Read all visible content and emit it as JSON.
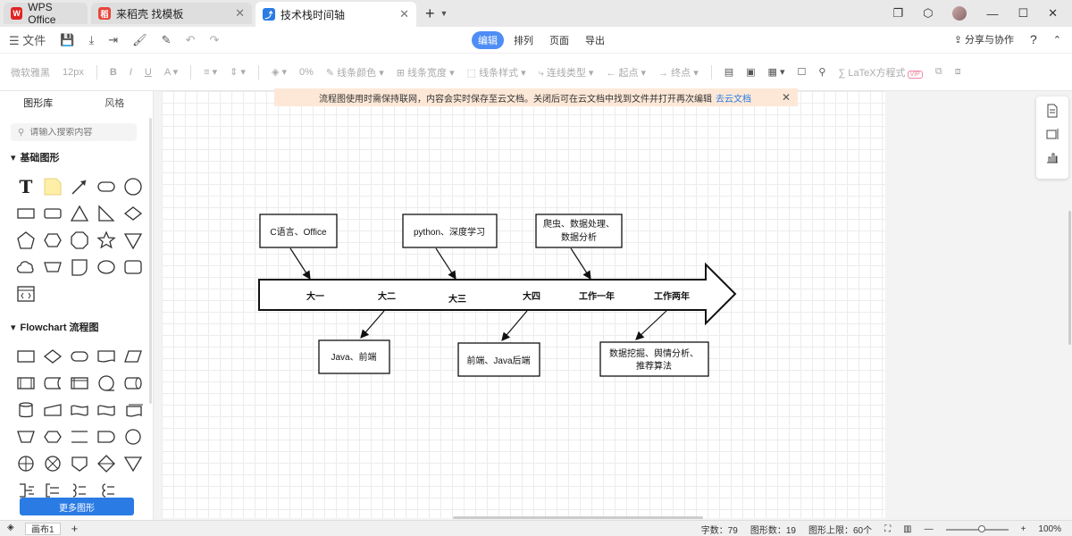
{
  "tabs": [
    {
      "label": "WPS Office",
      "icon": "wps-logo-icon"
    },
    {
      "label": "来稻壳 找模板",
      "icon": "docer-icon"
    },
    {
      "label": "技术栈时间轴",
      "icon": "flowchart-icon",
      "active": true
    }
  ],
  "menu": {
    "file": "文件",
    "center": [
      "编辑",
      "排列",
      "页面",
      "导出"
    ],
    "active": "编辑",
    "share": "分享与协作",
    "help": "?"
  },
  "toolbar": {
    "font": "微软雅黑",
    "size": "12px",
    "opacity": "0%",
    "line_color": "线条颜色",
    "line_width": "线条宽度",
    "line_style": "线条样式",
    "conn_type": "连线类型",
    "start": "起点",
    "end": "终点",
    "latex": "LaTeX方程式",
    "vip": "VIP"
  },
  "sidebar": {
    "tab_library": "图形库",
    "tab_style": "风格",
    "search_placeholder": "请输入搜索内容",
    "basic_section": "基础图形",
    "flowchart_section": "Flowchart 流程图",
    "more_button": "更多图形"
  },
  "notice": {
    "text": "流程图使用时需保持联网，内容会实时保存至云文档。关闭后可在云文档中找到文件并打开再次编辑",
    "link": "去云文档"
  },
  "diagram": {
    "arrow_labels": [
      "大一",
      "大二",
      "大三",
      "大四",
      "工作一年",
      "工作两年"
    ],
    "top_boxes": [
      [
        "C语言、Office"
      ],
      [
        "python、深度学习"
      ],
      [
        "爬虫、数据处理、",
        "数据分析"
      ]
    ],
    "bottom_boxes": [
      [
        "Java、前端"
      ],
      [
        "前端、Java后端"
      ],
      [
        "数据挖掘、舆情分析、",
        "推荐算法"
      ]
    ]
  },
  "status": {
    "page": "画布1",
    "word_count": "字数：79",
    "shape_count": "图形数：19",
    "shape_limit": "图形上限：60个",
    "zoom": "100%"
  },
  "colors": {
    "accent": "#4e8df5",
    "more_button": "#2a7be4",
    "notice_bg": "#fde8d7"
  }
}
